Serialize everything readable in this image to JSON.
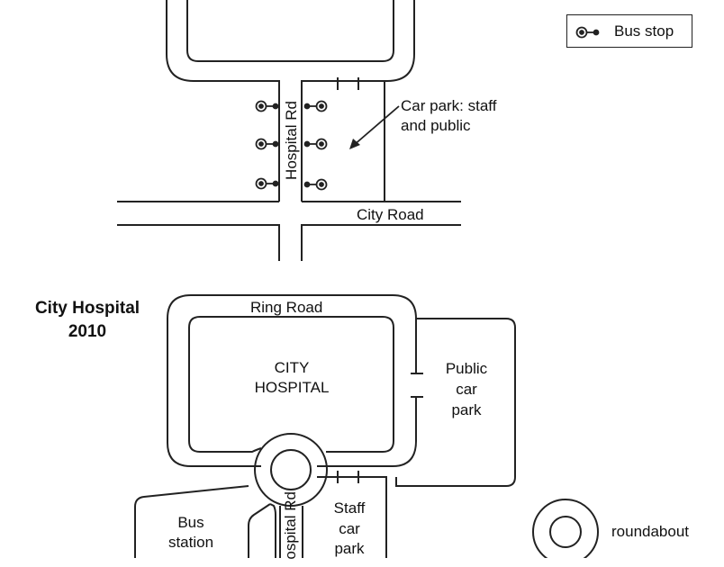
{
  "legend": {
    "bus_stop_icon": "bus-stop-icon",
    "bus_stop_label": "Bus stop",
    "roundabout_icon": "roundabout-icon",
    "roundabout_label": "roundabout"
  },
  "map_top": {
    "car_park_label_line1": "Car park: staff",
    "car_park_label_line2": "and public",
    "hospital_rd": "Hospital Rd",
    "city_road": "City Road"
  },
  "map_2010": {
    "title_line1": "City Hospital",
    "title_line2": "2010",
    "ring_road": "Ring Road",
    "hospital_line1": "CITY",
    "hospital_line2": "HOSPITAL",
    "public_car_park": [
      "Public",
      "car",
      "park"
    ],
    "staff_car_park": [
      "Staff",
      "car",
      "park"
    ],
    "bus_station": [
      "Bus",
      "station"
    ],
    "hospital_rd_cut": "ospital Rd"
  },
  "colors": {
    "line": "#222222",
    "background": "#ffffff"
  }
}
